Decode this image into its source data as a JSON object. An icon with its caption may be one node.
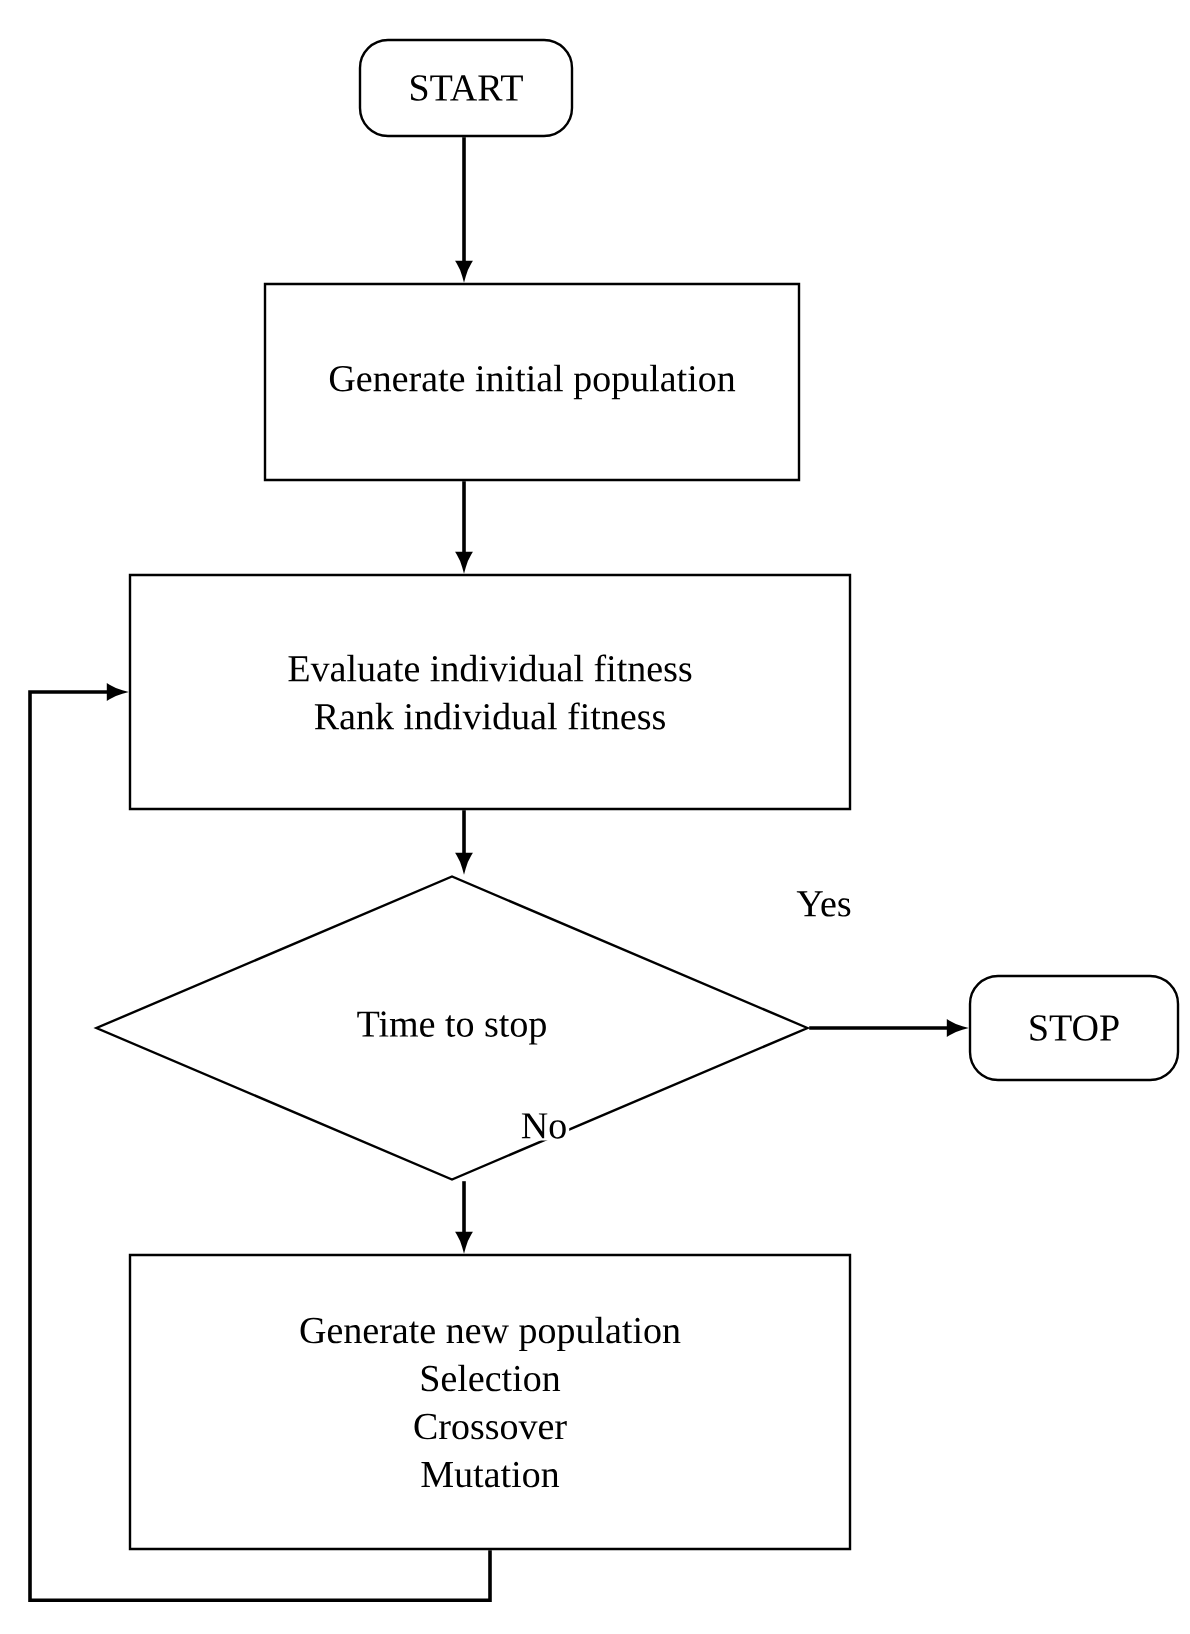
{
  "diagram": {
    "nodes": [
      {
        "text": [
          "START"
        ]
      },
      {
        "text": [
          "Generate initial population"
        ]
      },
      {
        "text": [
          "Evaluate individual fitness",
          "Rank individual fitness"
        ]
      },
      {
        "text": [
          "Time to stop"
        ]
      },
      {
        "text": [
          "STOP"
        ]
      },
      {
        "text": [
          "Generate new population",
          "Selection",
          "Crossover",
          "Mutation"
        ]
      }
    ],
    "edges": [
      {
        "from": 0,
        "to": 1,
        "arrow": "to"
      },
      {
        "from": 1,
        "to": 2,
        "arrow": "to"
      },
      {
        "from": 2,
        "to": 3,
        "arrow": "to"
      },
      {
        "from": 3,
        "to": 4,
        "arrow": "to",
        "label": "Yes"
      },
      {
        "from": 3,
        "to": 5,
        "arrow": "to",
        "label": "No"
      },
      {
        "from": 5,
        "to": 2,
        "arrow": "to"
      }
    ]
  }
}
